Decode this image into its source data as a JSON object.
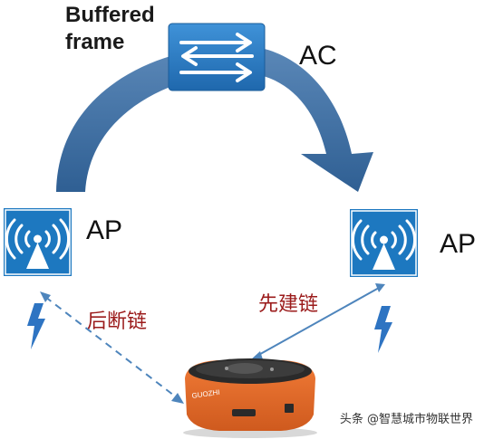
{
  "labels": {
    "buffered_frame_line1": "Buffered",
    "buffered_frame_line2": "frame",
    "ac": "AC",
    "ap_left": "AP",
    "ap_right": "AP",
    "break_before_make": "后断链",
    "make_before_break": "先建链"
  },
  "watermark": "头条 @智慧城市物联世界",
  "robot_text": "GUOZHI",
  "colors": {
    "arc": "#3a6a9e",
    "ap_box": "#1d78c0",
    "ac_box": "#2c7dc6",
    "link_line": "#4e85bc",
    "label_red": "#9b1b1b",
    "robot_orange": "#e8692a",
    "lightning": "#2e74c2"
  },
  "icons": [
    "ac-switch-icon",
    "wireless-ap-icon",
    "lightning-icon",
    "robot-vehicle"
  ]
}
